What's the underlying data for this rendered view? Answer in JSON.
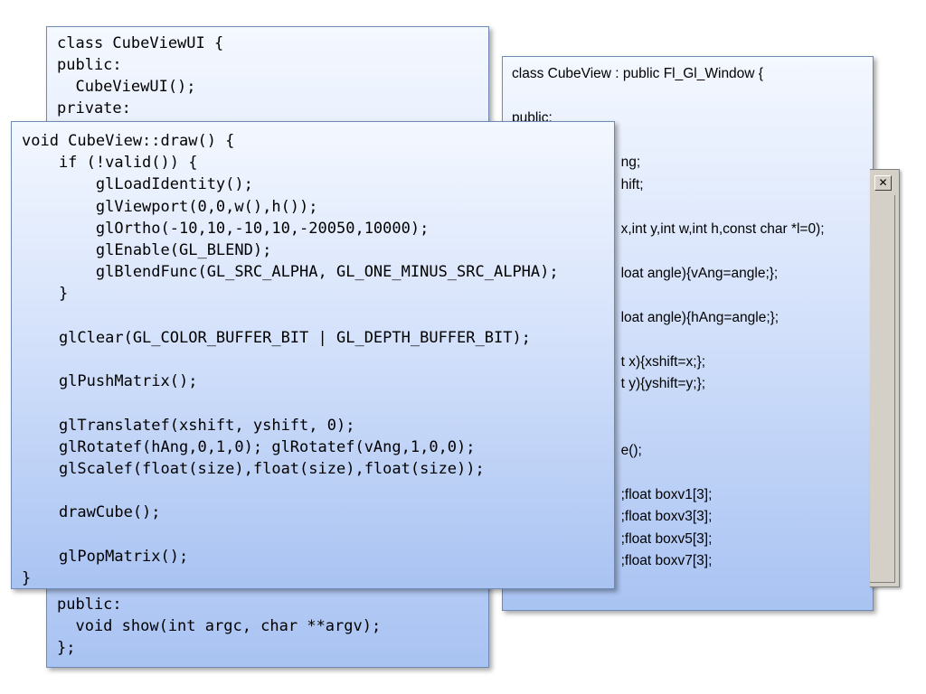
{
  "ui_class_snippet": {
    "top_lines": "class CubeViewUI {\npublic:\n  CubeViewUI();\nprivate:",
    "bottom_lines": "public:\n  void show(int argc, char **argv);\n};"
  },
  "cubeview_class_snippet": {
    "lines": "class CubeView : public Fl_Gl_Window {\n\npublic:\n\n                            ng;\n                            hift;\n\n                            x,int y,int w,int h,const char *l=0);\n\n                            loat angle){vAng=angle;};\n\n                            loat angle){hAng=angle;};\n\n                            t x){xshift=x;};\n                            t y){yshift=y;};\n\n\n                            e();\n\n                            ;float boxv1[3];\n                            ;float boxv3[3];\n                            ;float boxv5[3];\n                            ;float boxv7[3];\n\n\n};"
  },
  "draw_function_snippet": {
    "lines": "void CubeView::draw() {\n    if (!valid()) {\n        glLoadIdentity();\n        glViewport(0,0,w(),h());\n        glOrtho(-10,10,-10,10,-20050,10000);\n        glEnable(GL_BLEND);\n        glBlendFunc(GL_SRC_ALPHA, GL_ONE_MINUS_SRC_ALPHA);\n    }\n\n    glClear(GL_COLOR_BUFFER_BIT | GL_DEPTH_BUFFER_BIT);\n\n    glPushMatrix();\n\n    glTranslatef(xshift, yshift, 0);\n    glRotatef(hAng,0,1,0); glRotatef(vAng,1,0,0);\n    glScalef(float(size),float(size),float(size));\n\n    drawCube();\n\n    glPopMatrix();\n}"
  },
  "window": {
    "close_glyph": "✕"
  },
  "colors": {
    "card_border": "#6f89b5",
    "card_gradient_top": "#f4f8ff",
    "card_gradient_bottom": "#a9c3f2",
    "window_gray": "#d4d0c8"
  }
}
